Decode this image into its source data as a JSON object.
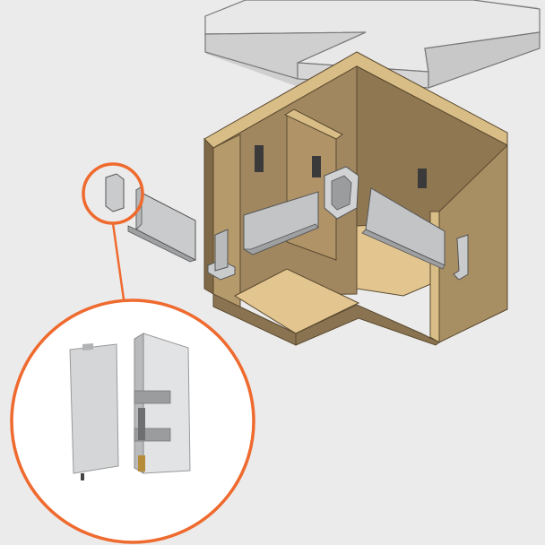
{
  "diagram": {
    "colors": {
      "background": "#ebebeb",
      "countertop": "#e2e2e2",
      "cabinet_face": "#a0875f",
      "cabinet_side": "#8a7350",
      "cabinet_edge": "#d9bd86",
      "cabinet_floor": "#e3c58f",
      "profile_metal": "#c2c4c6",
      "callout_ring": "#ef6a2e",
      "zoom_fill": "#ffffff"
    },
    "callout": {
      "label": "end-cap-zoom-callout"
    },
    "components": [
      "countertop",
      "corner-base-cabinet",
      "gola-handle-profile",
      "end-cap",
      "corner-connector",
      "profile-bracket"
    ]
  }
}
